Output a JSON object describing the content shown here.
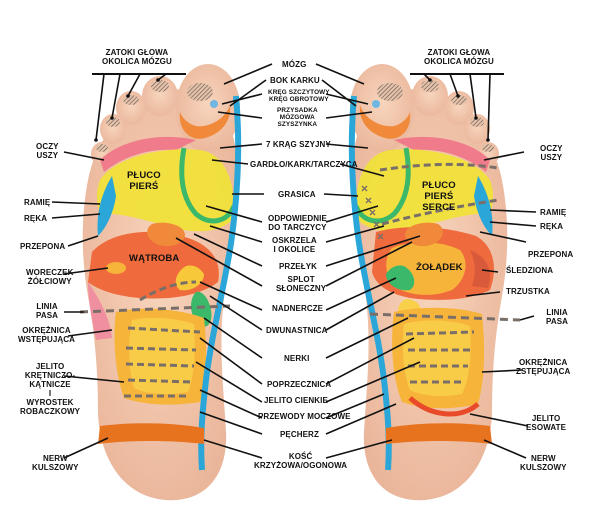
{
  "labels": {
    "zatoki_left": "ZATOKI GŁOWA\nOKOLICA MÓZGU",
    "zatoki_right": "ZATOKI GŁOWA\nOKOLICA MÓZGU",
    "mozg": "MÓZG",
    "bok_karku": "BOK KARKU",
    "kreg_szczytowy": "KRĘG SZCZYTOWY\nKRĘG OBROTOWY",
    "przysadka": "PRZYSADKA\nMÓZGOWA\nSZYSZYNKA",
    "krag_7": "7 KRĄG SZYJNY",
    "gardlo": "GARDŁO/KARK/TARCZYCA",
    "grasica": "GRASICA",
    "odpowiednie": "ODPOWIEDNIE\nDO TARCZYCY",
    "oskrzela": "OSKRZELA\nI OKOLICE",
    "przelyk": "PRZEŁYK",
    "splot": "SPLOT\nSŁONECZNY",
    "nadnercze": "NADNERCZE",
    "dwunastnica": "DWUNASTNICA",
    "nerki": "NERKI",
    "poprzecznica": "POPRZECZNICA",
    "jelito_cienkie": "JELITO CIENKIE",
    "przewody": "PRZEWODY MOCZOWE",
    "pecherz": "PĘCHERZ",
    "kosc": "KOŚĆ\nKRZYŻOWA/OGONOWA",
    "oczy_left": "OCZY\nUSZY",
    "oczy_right": "OCZY\nUSZY",
    "ramie_left": "RAMIĘ",
    "reka_left": "RĘKA",
    "ramie_right": "RAMIĘ",
    "reka_right": "RĘKA",
    "przepona_left": "PRZEPONA",
    "przepona_right": "PRZEPONA",
    "woreczek": "WORECZEK\nŻÓŁCIOWY",
    "linia_left": "LINIA\nPASA",
    "linia_right": "LINIA\nPASA",
    "okreznica_wst": "OKRĘŻNICA\nWSTĘPUJĄCA",
    "jelito_kretnicze": "JELITO\nKRĘTNICZO-\nKĄTNICZE\nI\nWYROSTEK\nROBACZKOWY",
    "nerw_left": "NERW\nKULSZOWY",
    "nerw_right": "NERW\nKULSZOWY",
    "sledziona": "ŚLEDZIONA",
    "trzustka": "TRZUSTKA",
    "okreznica_zst": "OKRĘŻNICA\nZSTĘPUJĄCA",
    "jelito_esowate": "JELITO\nESOWATE",
    "pluco_left": "PŁUCO\nPIERŚ",
    "pluco_right": "PŁUCO\nPIERŚ\nSERCE",
    "watroba": "WĄTROBA",
    "zoladek": "ŻOŁĄDEK"
  },
  "colors": {
    "skin": "#f2c4a6",
    "lung": "#f0e23a",
    "liver": "#ef6a3c",
    "intestine": "#f7b43a",
    "spine": "#2aa6d8",
    "sciatic": "#e8731e",
    "dash": "#7a6f68"
  }
}
